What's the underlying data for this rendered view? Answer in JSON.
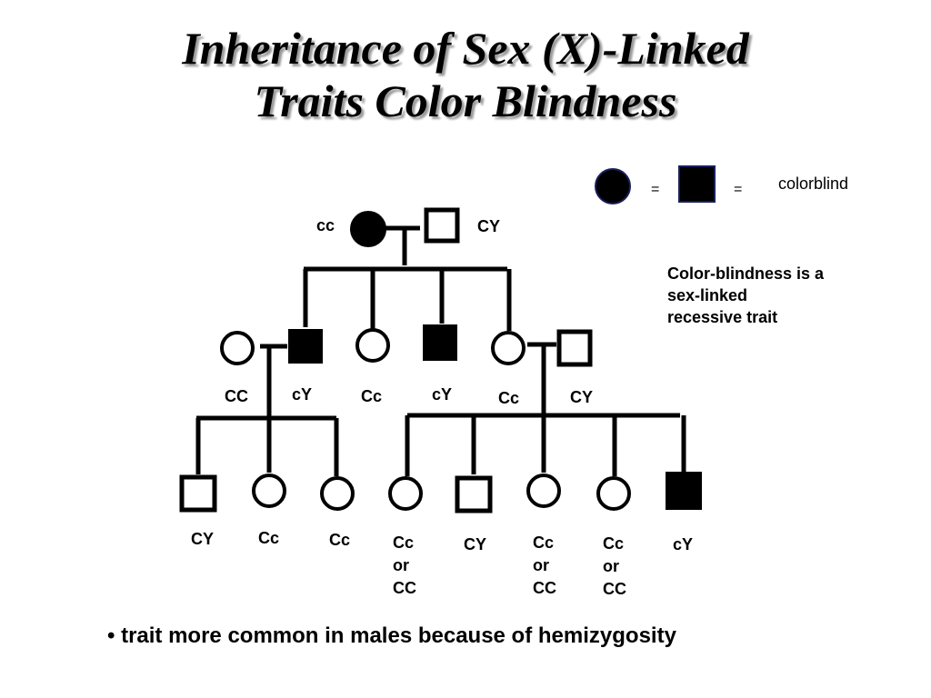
{
  "title": {
    "line1": "Inheritance of Sex (X)-Linked",
    "line2": "Traits Color Blindness"
  },
  "legend": {
    "female_symbol": "filled-circle",
    "male_symbol": "filled-square",
    "equals": "=",
    "label": "colorblind",
    "fill_color": "#000000",
    "border_color": "#1a1f5e"
  },
  "note": {
    "line1": "Color-blindness is a",
    "line2": "sex-linked",
    "line3": "recessive trait"
  },
  "generations": {
    "gen1": {
      "mother": {
        "genotype": "cc",
        "sex": "female",
        "affected": true
      },
      "father": {
        "genotype": "CY",
        "sex": "male",
        "affected": false
      }
    },
    "gen2": {
      "spouse_left": {
        "genotype": "CC",
        "sex": "female",
        "affected": false
      },
      "son1": {
        "genotype": "cY",
        "sex": "male",
        "affected": true
      },
      "daughter1": {
        "genotype": "Cc",
        "sex": "female",
        "affected": false
      },
      "son2": {
        "genotype": "cY",
        "sex": "male",
        "affected": true
      },
      "daughter2": {
        "genotype": "Cc",
        "sex": "female",
        "affected": false
      },
      "spouse_right": {
        "genotype": "CY",
        "sex": "male",
        "affected": false
      }
    },
    "gen3": {
      "c1": {
        "genotype": "CY",
        "sex": "male",
        "affected": false
      },
      "c2": {
        "genotype": "Cc",
        "sex": "female",
        "affected": false
      },
      "c3": {
        "genotype": "Cc",
        "sex": "female",
        "affected": false
      },
      "c4": {
        "genotype_lines": [
          "Cc",
          "or",
          "CC"
        ],
        "sex": "female",
        "affected": false
      },
      "c5": {
        "genotype": "CY",
        "sex": "male",
        "affected": false
      },
      "c6": {
        "genotype_lines": [
          "Cc",
          "or",
          "CC"
        ],
        "sex": "female",
        "affected": false
      },
      "c7": {
        "genotype_lines": [
          "Cc",
          "or",
          "CC"
        ],
        "sex": "female",
        "affected": false
      },
      "c8": {
        "genotype": "cY",
        "sex": "male",
        "affected": true
      }
    }
  },
  "bullet": {
    "marker": "•",
    "text": "trait more common in males because of hemizygosity"
  }
}
